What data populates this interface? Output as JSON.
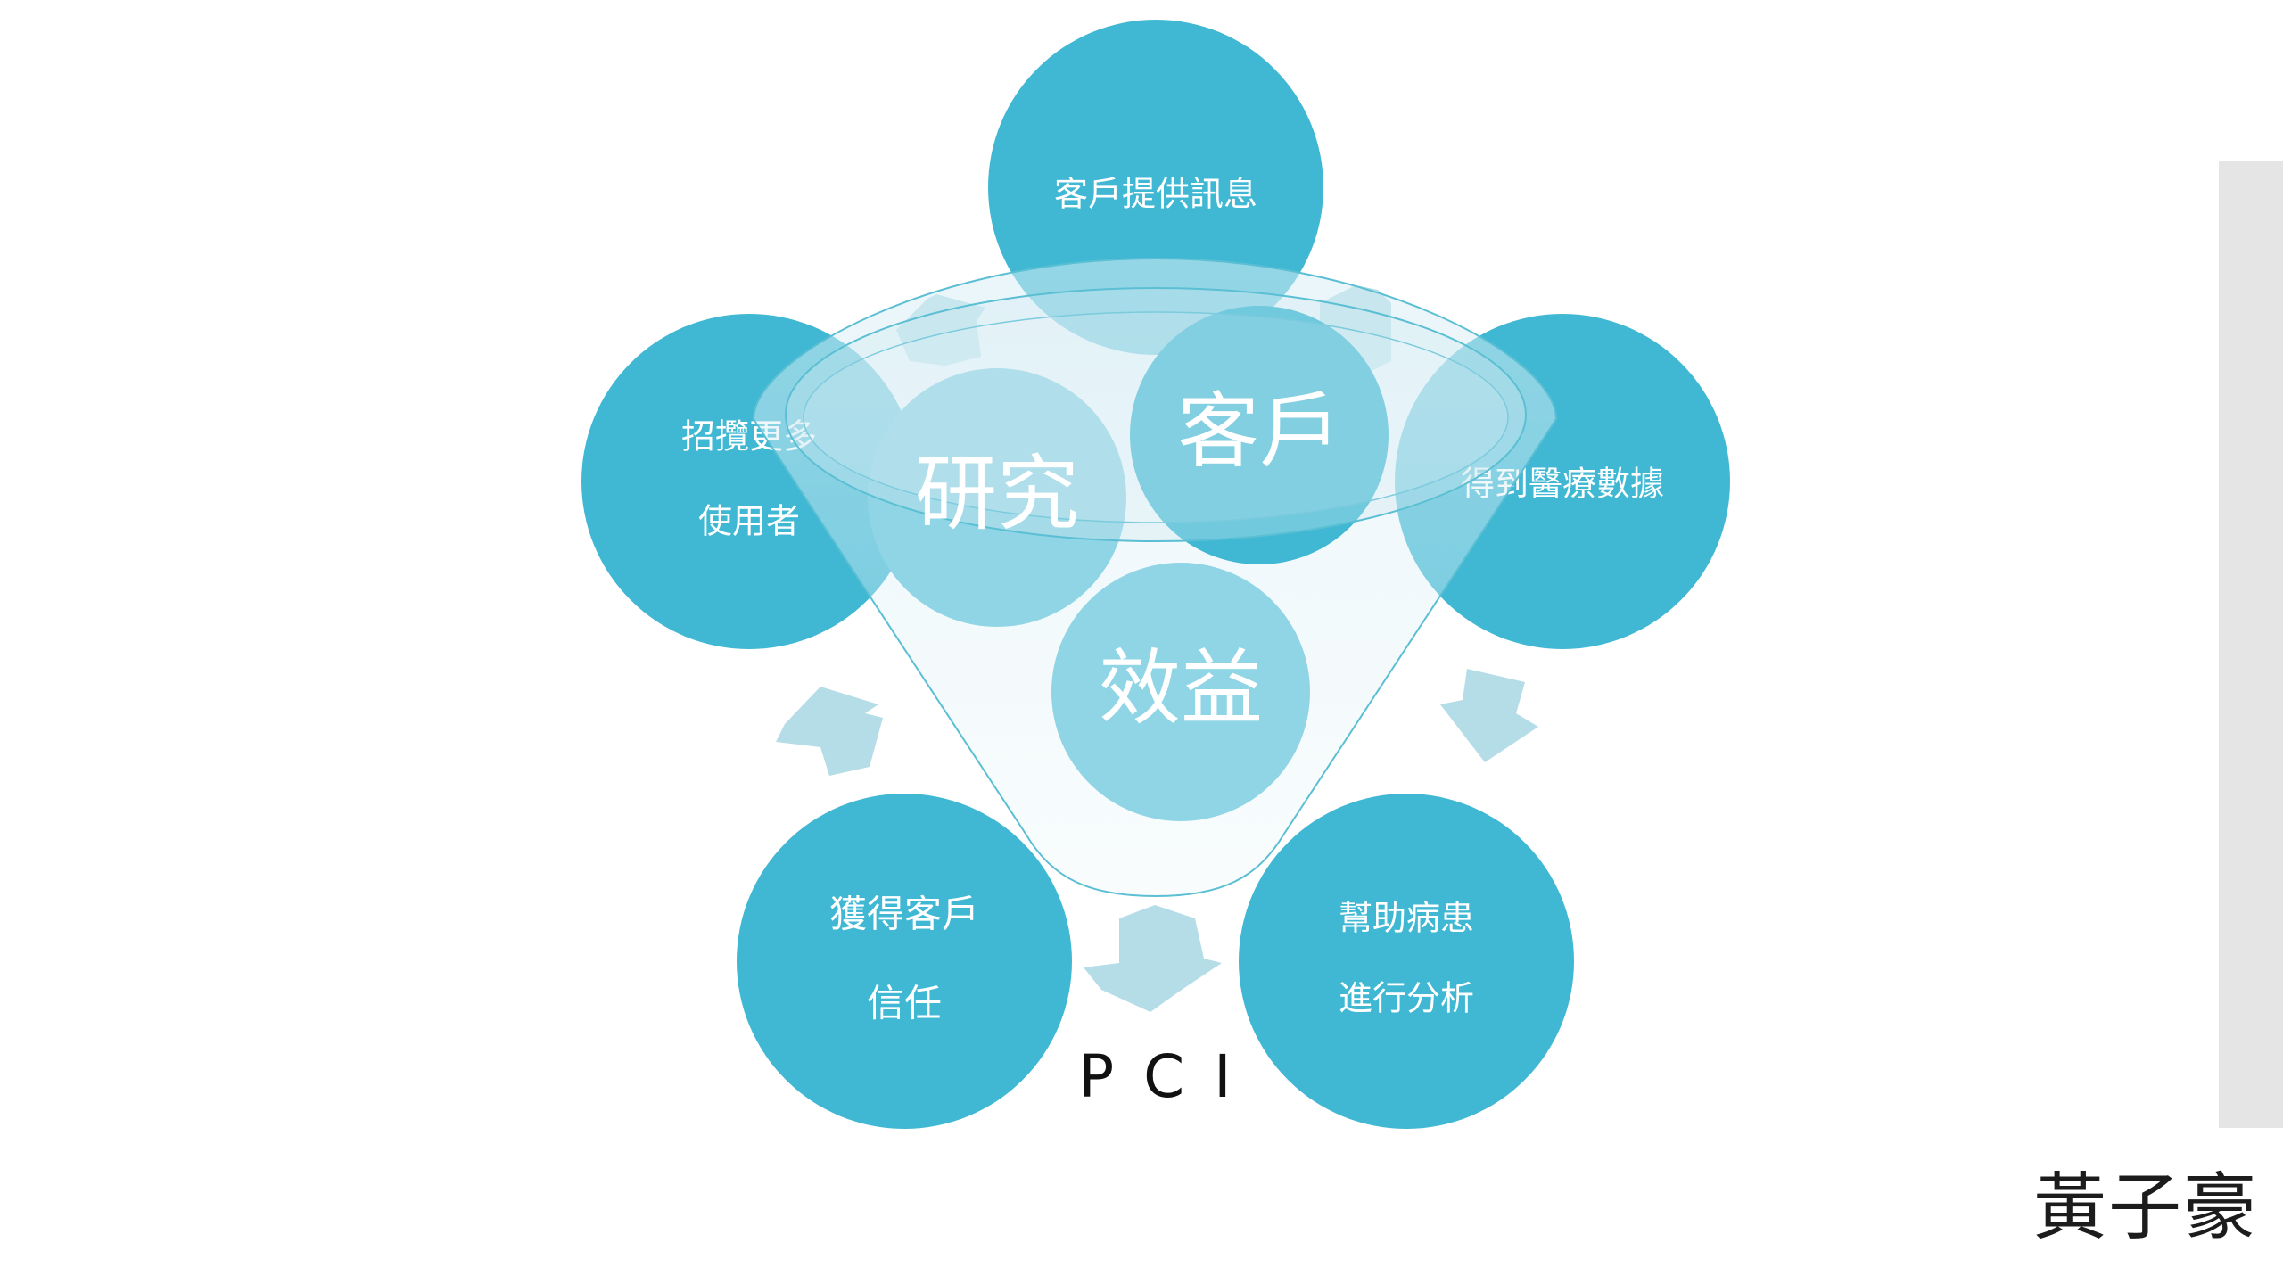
{
  "colors": {
    "outer_circle": "#40b8d3",
    "center_circle": "#8fd5e5",
    "arrow": "#b4dde7",
    "funnel_outline": "#5bbfd4",
    "text_light": "#ffffff",
    "text_dark": "#111111",
    "side_panel": "#e5e5e5"
  },
  "cycle": {
    "steps": [
      {
        "lines": [
          "客戶提供訊息"
        ]
      },
      {
        "lines": [
          "得到醫療數據"
        ]
      },
      {
        "lines": [
          "幫助病患",
          "進行分析"
        ]
      },
      {
        "lines": [
          "獲得客戶",
          "信任"
        ]
      },
      {
        "lines": [
          "招攬更多",
          "使用者"
        ]
      }
    ],
    "arrow_icon": "block-arrow-icon"
  },
  "funnel": {
    "items": [
      "研究",
      "客戶",
      "效益"
    ],
    "label": "P C I"
  },
  "footer": {
    "author": "黃子豪"
  }
}
